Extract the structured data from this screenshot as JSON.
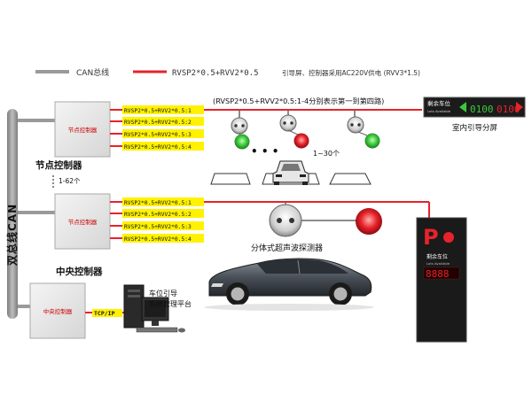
{
  "legend": {
    "can_bus": "CAN总线",
    "cable": "RVSP2*0.5+RVV2*0.5",
    "power_note": "引导屏、控制器采用AC220V供电 (RVV3*1.5)"
  },
  "bus_label": "双总线CAN",
  "controllers": {
    "node1": "节点控制器",
    "node2": "节点控制器",
    "node_title": "节点控制器",
    "node_count": "1-62个",
    "central": "中央控制器",
    "central_title": "中央控制器"
  },
  "ports_top": [
    "RVSP2*0.5+RVV2*0.5:1",
    "RVSP2*0.5+RVV2*0.5:2",
    "RVSP2*0.5+RVV2*0.5:3",
    "RVSP2*0.5+RVV2*0.5:4"
  ],
  "ports_bottom": [
    "RVSP2*0.5+RVV2*0.5:1",
    "RVSP2*0.5+RVV2*0.5:2",
    "RVSP2*0.5+RVV2*0.5:3",
    "RVSP2*0.5+RVV2*0.5:4"
  ],
  "route_note": "(RVSP2*0.5+RVV2*0.5:1-4分别表示第一到第四路)",
  "indoor_screen": {
    "title": "剩余车位",
    "subtitle": "Lots Available",
    "digits": "0100",
    "caption": "室内引导分屏"
  },
  "detector": {
    "ellipsis": "• • •",
    "range": "1~30个",
    "caption": "分体式超声波探测器"
  },
  "outdoor_screen": {
    "letter": "P",
    "title": "剩余车位",
    "subtitle": "Lots Available",
    "digits": "8888"
  },
  "network": "TCP/IP",
  "pc_caption": [
    "车位引导",
    "系统管理平台"
  ],
  "colors": {
    "bus": "#9a9a9a",
    "cable": "#e8222a",
    "label_bg": "#fff200",
    "red_light": "#e8222a",
    "green_light": "#3cc83c"
  }
}
